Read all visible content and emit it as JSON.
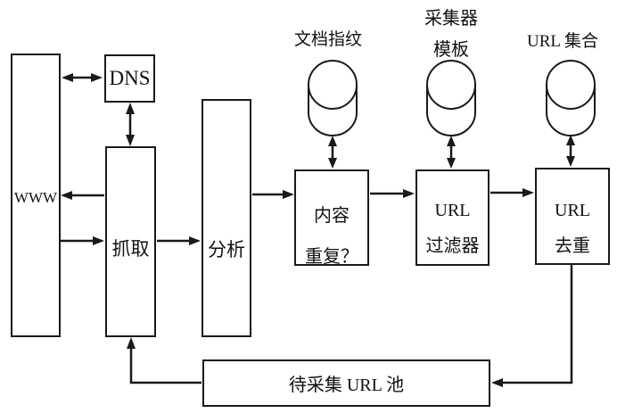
{
  "diagram": {
    "nodes": {
      "www": {
        "label": "WWW"
      },
      "dns": {
        "label": "DNS"
      },
      "fetch": {
        "label": "抓取"
      },
      "analyze": {
        "label": "分析"
      },
      "content_duplicate": {
        "line1": "内容",
        "line2": "重复？"
      },
      "url_filter": {
        "line1": "URL",
        "line2": "过滤器"
      },
      "url_dedup": {
        "line1": "URL",
        "line2": "去重"
      },
      "url_pool": {
        "label": "待采集 URL 池"
      }
    },
    "stores": {
      "doc_fingerprint": {
        "label": "文档指纹"
      },
      "collector_template": {
        "line1": "采集器",
        "line2": "模板"
      },
      "url_set": {
        "label": "URL 集合"
      }
    },
    "colors": {
      "line": "#1a1a1a",
      "background": "#ffffff",
      "text": "#111111"
    }
  }
}
